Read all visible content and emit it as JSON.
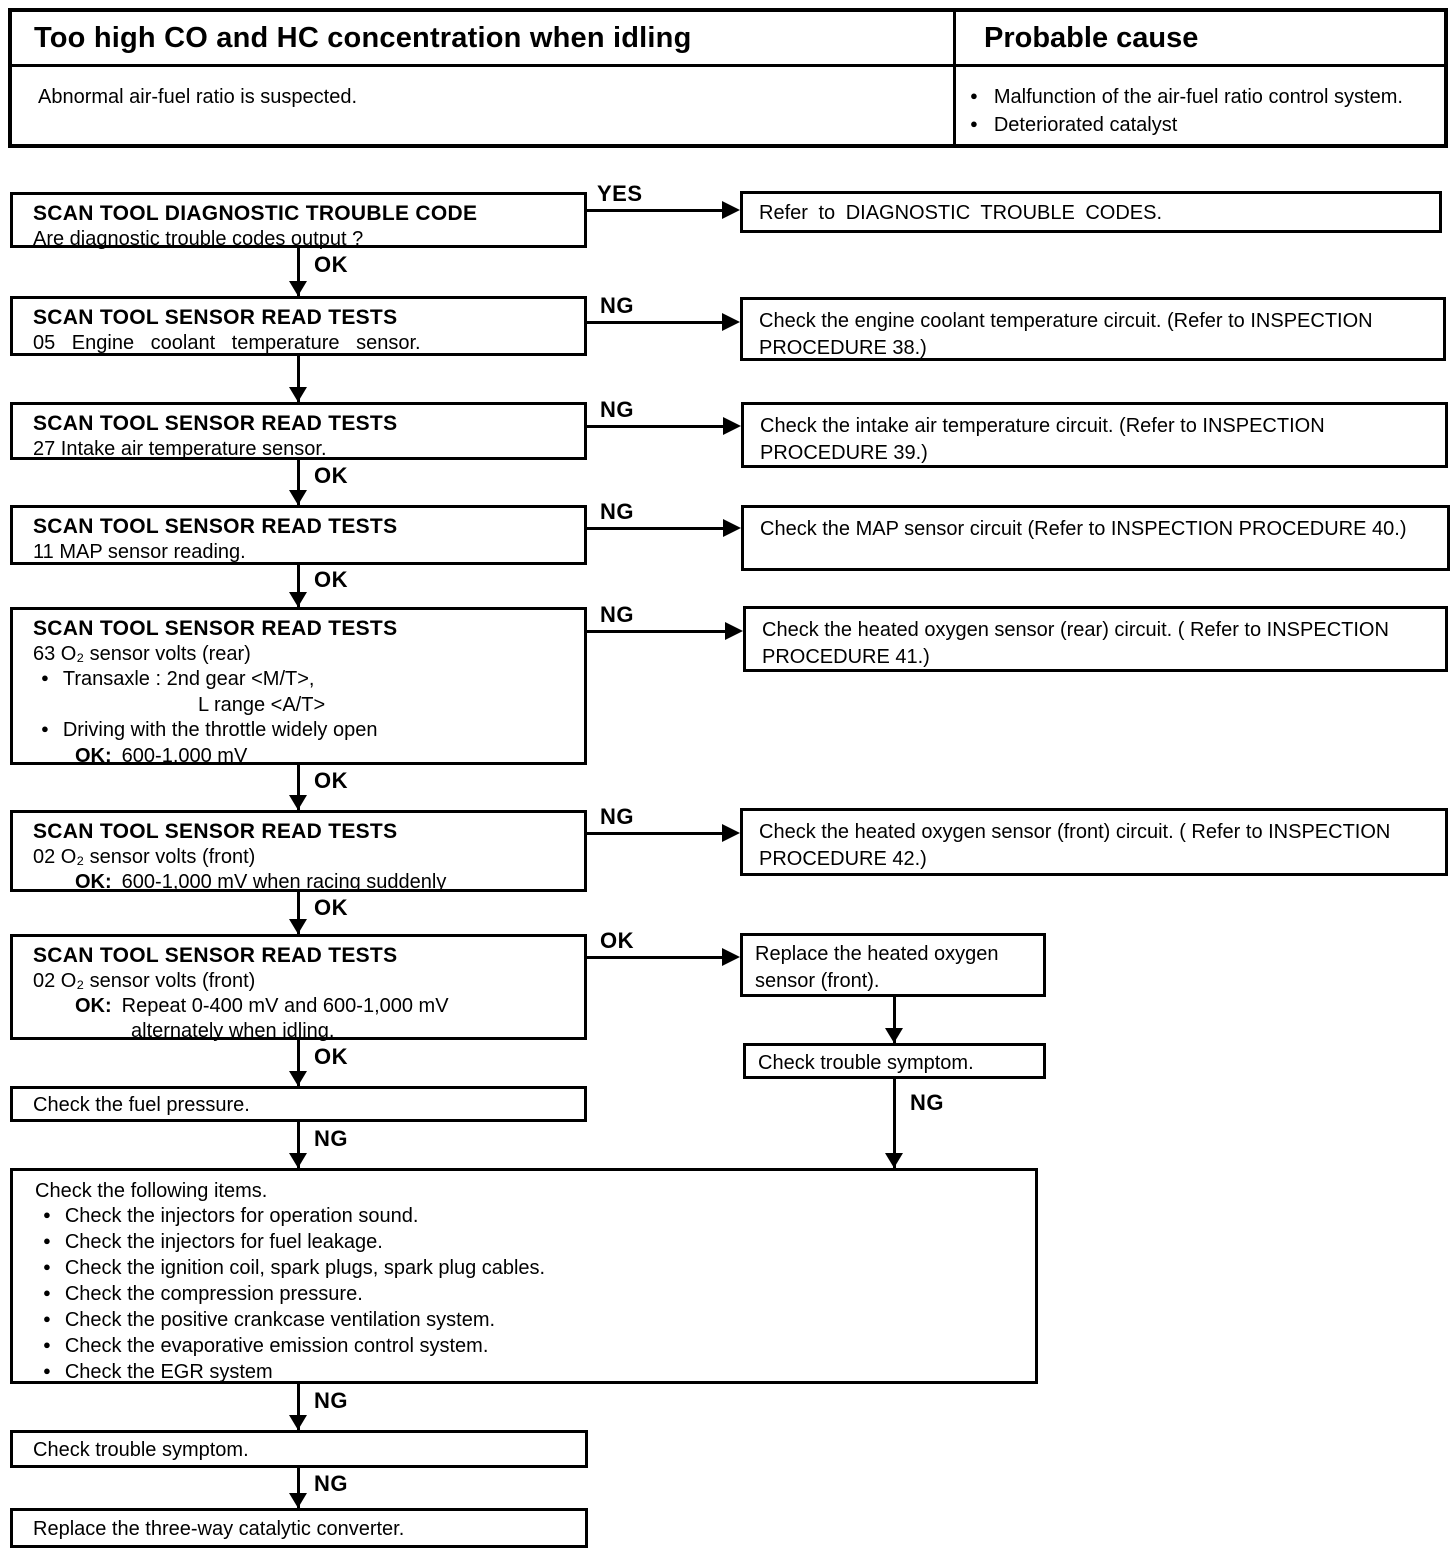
{
  "header": {
    "title": "Too high CO and HC concentration when idling",
    "probable_cause_title": "Probable cause",
    "symptom": "Abnormal air-fuel ratio is suspected.",
    "causes": [
      "Malfunction of the air-fuel ratio control system.",
      "Deteriorated catalyst"
    ]
  },
  "labels": {
    "yes": "YES",
    "ok": "OK",
    "ng": "NG"
  },
  "steps": {
    "dtc": {
      "title": "SCAN TOOL DIAGNOSTIC TROUBLE CODE",
      "question": "Are diagnostic trouble codes output ?"
    },
    "ect": {
      "title": "SCAN TOOL SENSOR READ TESTS",
      "item": "05 Engine coolant temperature sensor."
    },
    "iat": {
      "title": "SCAN TOOL SENSOR READ TESTS",
      "item": "27 Intake air temperature sensor."
    },
    "map": {
      "title": "SCAN TOOL SENSOR READ TESTS",
      "item": "11 MAP sensor reading."
    },
    "o2_rear": {
      "title": "SCAN TOOL SENSOR READ TESTS",
      "item": "63 O₂ sensor volts (rear)",
      "cond1": "Transaxle : 2nd gear <M/T>,",
      "cond1b": "L range <A/T>",
      "cond2": "Driving with the throttle widely open",
      "ok_prefix": "OK:",
      "ok_value": "600-1,000 mV"
    },
    "o2_front_race": {
      "title": "SCAN TOOL SENSOR READ TESTS",
      "item": "02 O₂ sensor volts (front)",
      "ok_prefix": "OK:",
      "ok_value": "600-1,000 mV when racing suddenly"
    },
    "o2_front_idle": {
      "title": "SCAN TOOL SENSOR READ TESTS",
      "item": "02 O₂ sensor volts (front)",
      "ok_prefix": "OK:",
      "ok_value1": "Repeat 0-400 mV and 600-1,000 mV",
      "ok_value2": "alternately when idling."
    },
    "fuel": {
      "text": "Check the fuel pressure."
    },
    "items": {
      "title": "Check the following items.",
      "bullets": [
        "Check the injectors for operation sound.",
        "Check the injectors for fuel leakage.",
        "Check the ignition coil, spark plugs, spark plug cables.",
        "Check the compression pressure.",
        "Check the positive crankcase ventilation system.",
        "Check the evaporative emission control system.",
        "Check the EGR system"
      ]
    },
    "symptom": {
      "text": "Check trouble symptom."
    },
    "catalyst": {
      "text": "Replace the three-way catalytic converter."
    }
  },
  "results": {
    "dtc": {
      "text": "Refer to DIAGNOSTIC TROUBLE CODES."
    },
    "ect": {
      "text": "Check the engine coolant temperature circuit. (Refer to INSPECTION PROCEDURE 38.)"
    },
    "iat": {
      "text": "Check the intake air temperature circuit. (Refer to INSPECTION PROCEDURE 39.)"
    },
    "map": {
      "text": "Check the MAP sensor circuit (Refer to INSPECTION PROCEDURE 40.)"
    },
    "o2_rear": {
      "text": "Check the heated oxygen sensor (rear) circuit. ( Refer to INSPECTION PROCEDURE 41.)"
    },
    "o2_front": {
      "text": "Check the heated oxygen sensor (front) circuit. ( Refer to INSPECTION PROCEDURE 42.)"
    },
    "replace_o2": {
      "text": "Replace the heated oxygen sensor (front)."
    },
    "symptom": {
      "text": "Check trouble symptom."
    }
  }
}
